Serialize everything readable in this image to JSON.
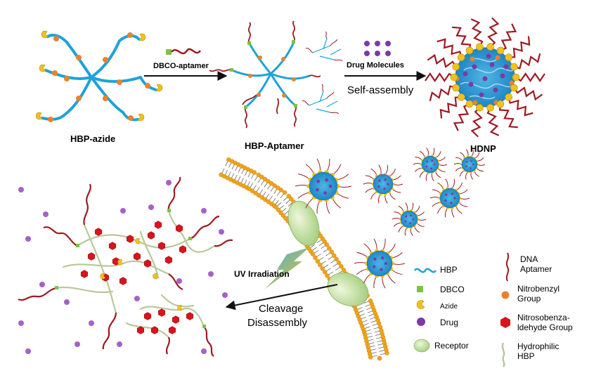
{
  "stages": {
    "hbp_azide": "HBP-azide",
    "hbp_aptamer": "HBP-Aptamer",
    "hdnp": "HDNP"
  },
  "arrows": {
    "dbco_aptamer": "DBCO-aptamer",
    "drug_molecules": "Drug Molecules",
    "self_assembly": "Self-assembly",
    "uv_irradiation": "UV Irradiation",
    "cleavage": "Cleavage",
    "disassembly": "Disassembly"
  },
  "legend": {
    "hbp": "HBP",
    "dbco": "DBCO",
    "azide": "Azide",
    "drug": "Drug",
    "receptor": "Receptor",
    "dna_aptamer": [
      "DNA",
      "Aptamer"
    ],
    "nitrobenzyl": [
      "Nitrobenzyl",
      "Group"
    ],
    "nitrosobenzaldehyde": [
      "Nitrosobenza-",
      "ldehyde Group"
    ],
    "hydrophilic_hbp": [
      "Hydrophilic",
      "HBP"
    ]
  },
  "colors": {
    "hbp_blue": "#1fa2d9",
    "aptamer_red": "#9c1b22",
    "nitrobenzyl_orange": "#e9822f",
    "azide_yellow": "#f2c21a",
    "dbco_green": "#7cc242",
    "drug_purple": "#7b3aa5",
    "receptor_green": "#cfe7a8",
    "nitroso_red": "#d9141b",
    "hydrophilic_hbp": "#b8c99a",
    "membrane_orange": "#f0a41a"
  }
}
